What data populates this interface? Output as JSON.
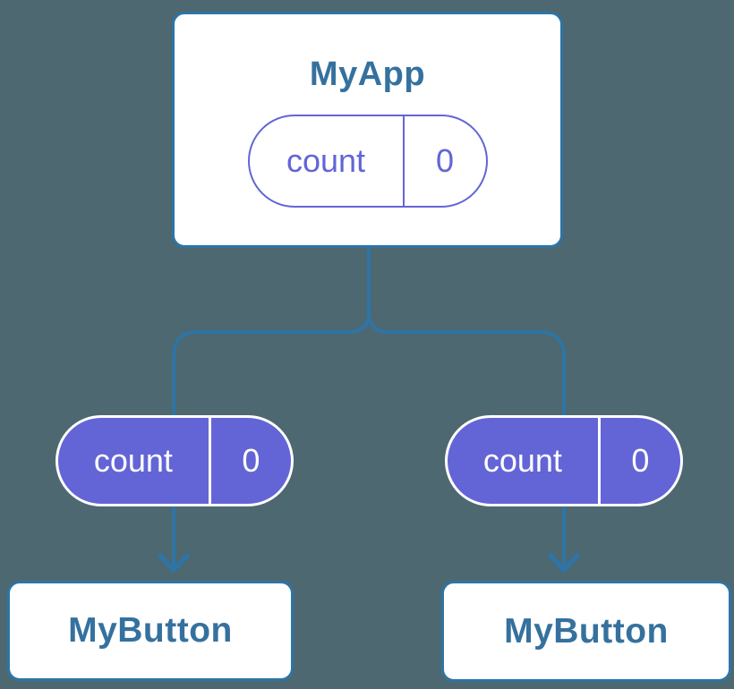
{
  "colors": {
    "background": "#4d6870",
    "line": "#2e74a6",
    "text": "#35719e",
    "purple": "#6365d6",
    "card": "#ffffff"
  },
  "tree": {
    "root": {
      "label": "MyApp",
      "state_pill": {
        "name": "count",
        "value": "0"
      }
    },
    "children": [
      {
        "label": "MyButton",
        "prop_pill": {
          "name": "count",
          "value": "0"
        }
      },
      {
        "label": "MyButton",
        "prop_pill": {
          "name": "count",
          "value": "0"
        }
      }
    ]
  }
}
